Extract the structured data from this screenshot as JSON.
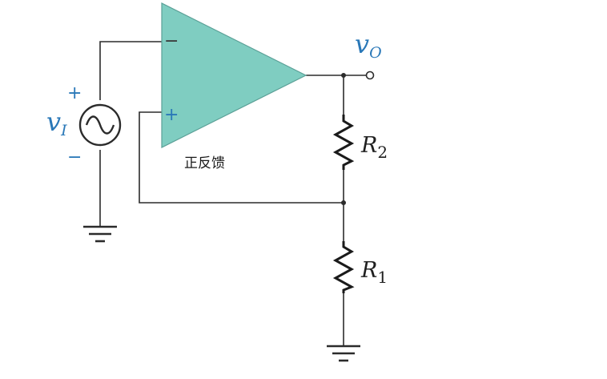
{
  "opamp": {
    "inverting_symbol": "−",
    "noninverting_symbol": "+"
  },
  "source": {
    "label": "v",
    "label_sub": "I",
    "plus_symbol": "+",
    "minus_symbol": "−"
  },
  "output": {
    "label": "v",
    "label_sub": "O"
  },
  "resistors": [
    {
      "label": "R",
      "sub": "2"
    },
    {
      "label": "R",
      "sub": "1"
    }
  ],
  "caption": "正反馈",
  "colors": {
    "opamp_fill": "#7fcdc1",
    "label_blue": "#2a78b8",
    "wire": "#2b2b2b"
  }
}
